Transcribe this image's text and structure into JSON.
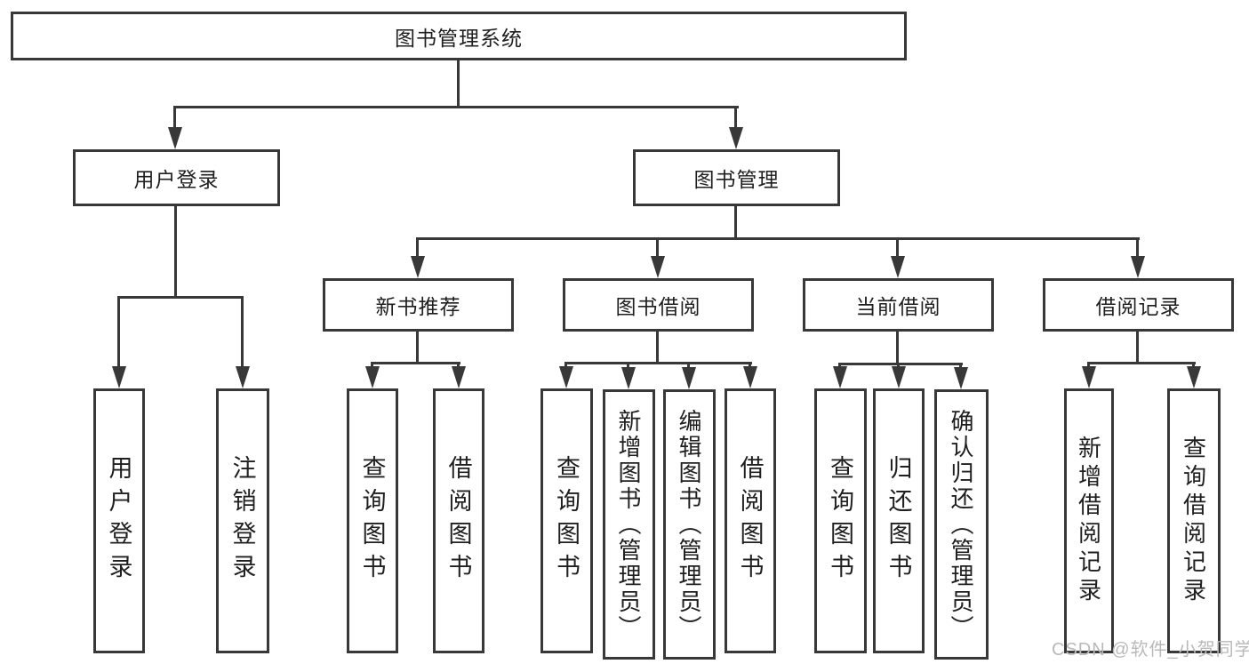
{
  "diagram": {
    "title": "图书管理系统",
    "colors": {
      "line": "#383838",
      "text": "#1f1f1f",
      "background": "#ffffff",
      "watermark": "#b9b9b9"
    },
    "nodes": {
      "root": {
        "label": "图书管理系统"
      },
      "user_login": {
        "label": "用户登录"
      },
      "book_mgmt": {
        "label": "图书管理"
      },
      "new_books": {
        "label": "新书推荐"
      },
      "book_borrow": {
        "label": "图书借阅"
      },
      "current_borrow": {
        "label": "当前借阅"
      },
      "borrow_records": {
        "label": "借阅记录"
      },
      "leaf_user_login": {
        "label": "用户登录"
      },
      "leaf_logout": {
        "label": "注销登录"
      },
      "nb_query_books": {
        "label": "查询图书"
      },
      "nb_borrow_books": {
        "label": "借阅图书"
      },
      "bb_query_books": {
        "label": "查询图书"
      },
      "bb_add_books": {
        "label": "新增图书（管理员）"
      },
      "bb_edit_books": {
        "label": "编辑图书（管理员）"
      },
      "bb_borrow_books": {
        "label": "借阅图书"
      },
      "cb_query_books": {
        "label": "查询图书"
      },
      "cb_return_books": {
        "label": "归还图书"
      },
      "cb_confirm_return": {
        "label": "确认归还（管理员）"
      },
      "br_add_record": {
        "label": "新增借阅记录"
      },
      "br_query_record": {
        "label": "查询借阅记录"
      }
    },
    "watermark": {
      "text": "CSDN @软件_小贺同学"
    }
  }
}
